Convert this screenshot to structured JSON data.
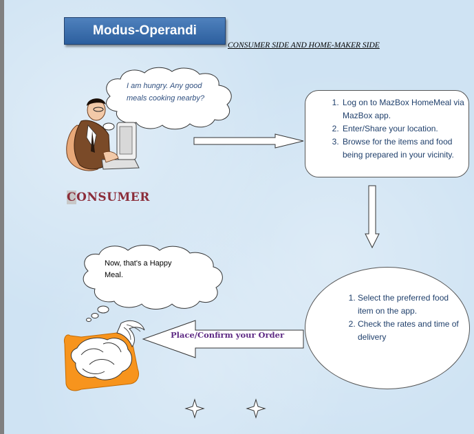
{
  "title": "Modus-Operandi",
  "subtitle": "CONSUMER SIDE AND HOME-MAKER SIDE",
  "cloud_hungry": "I am hungry. Any good meals cooking nearby?",
  "consumer_label": {
    "first": "C",
    "rest": "ONSUMER"
  },
  "steps": [
    "Log on to MazBox HomeMeal via MazBox app.",
    "Enter/Share your location.",
    "Browse for the items and food being prepared in your vicinity."
  ],
  "ellipse_steps": [
    "Select the preferred food item on the app.",
    "Check the rates and time of delivery"
  ],
  "cloud_happy": "Now, that's a Happy Meal.",
  "arrow_label": "Place/Confirm your Order",
  "colors": {
    "background": "#cfe3f3",
    "title_box": "#4f81bd",
    "consumer_label": "#8b2d3a",
    "step_text": "#1f3f6b",
    "arrow_label": "#5e2a84",
    "cornucopia": "#f7941d"
  },
  "icons": [
    "man-at-computer-icon",
    "cornucopia-icon",
    "sparkle-icon"
  ]
}
